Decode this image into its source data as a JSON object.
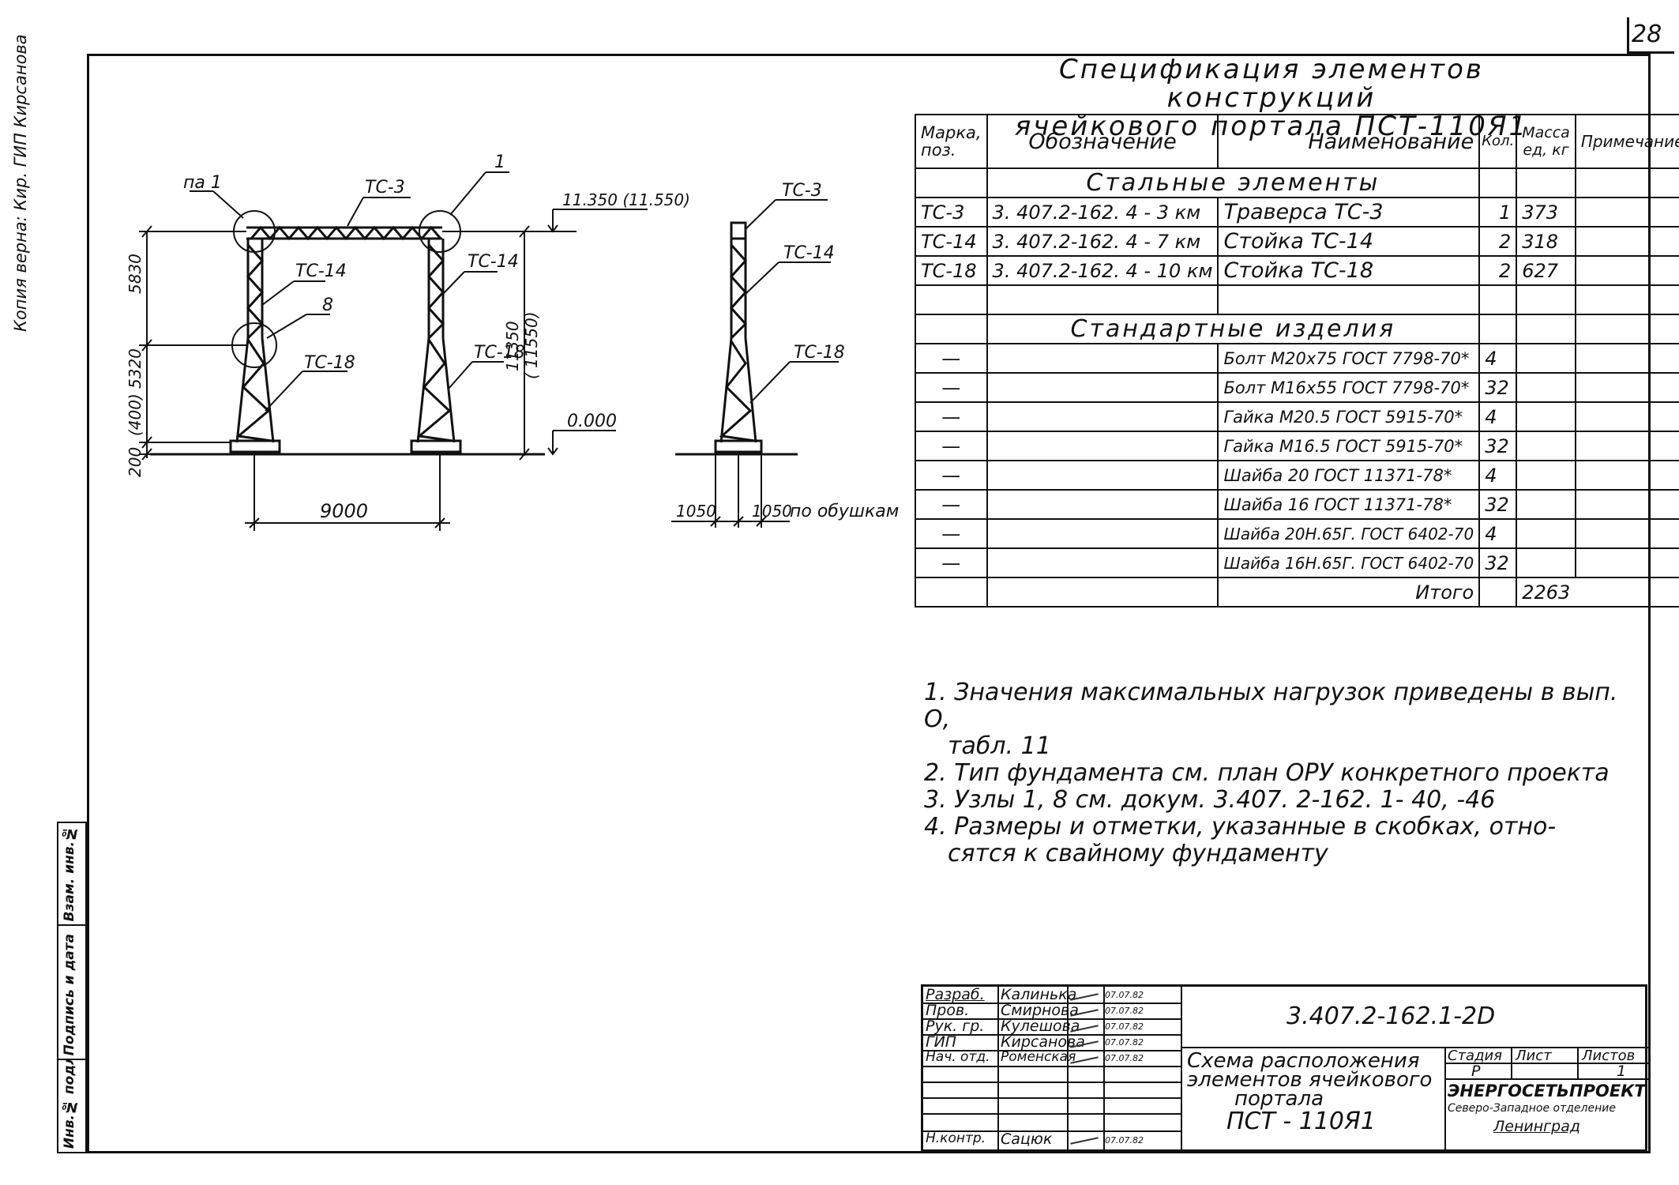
{
  "page_number": "28",
  "copy_note": "Копия верна: Кир. ГИП Кирсанова",
  "side_stamp": [
    "Инв.№ подл.",
    "Подпись и дата",
    "Взам. инв.№"
  ],
  "drawing": {
    "labels": {
      "uz1": "па 1",
      "tc3": "ТС-3",
      "n1": "1",
      "elev_top": "11.350 (11.550)",
      "tc14_left": "ТС-14",
      "tc14_right": "ТС-14",
      "n8": "8",
      "tc18_left": "ТС-18",
      "tc18_right": "ТС-18",
      "dim_5830": "5830",
      "dim_5320": "5320",
      "dim_400": "(400)",
      "dim_200": "200",
      "dim_11350": "11350",
      "dim_11550": "( 11550)",
      "elev_zero": "0.000",
      "dim_9000": "9000",
      "side_tc3": "ТС-3",
      "side_tc14": "ТС-14",
      "side_tc18": "ТС-18",
      "dim_1050": "1050",
      "dim_1050b": "1050",
      "po_obushkam": "по обушкам"
    }
  },
  "spec": {
    "title_line1": "Спецификация элементов конструкций",
    "title_line2": "ячейкового портала ПСТ-110Я1",
    "headers": {
      "mark": "Марка, поз.",
      "designation": "Обозначение",
      "name": "Наименование",
      "qty": "Кол.",
      "mass": "Масса ед, кг",
      "note": "Примечание"
    },
    "section_steel": "Стальные элементы",
    "steel_rows": [
      {
        "mark": "ТС-3",
        "designation": "3. 407.2-162. 4 - 3 км",
        "name": "Траверса ТС-3",
        "qty": "1",
        "mass": "373",
        "note": ""
      },
      {
        "mark": "ТС-14",
        "designation": "3. 407.2-162. 4 - 7 км",
        "name": "Стойка ТС-14",
        "qty": "2",
        "mass": "318",
        "note": ""
      },
      {
        "mark": "ТС-18",
        "designation": "3. 407.2-162. 4 - 10 км",
        "name": "Стойка ТС-18",
        "qty": "2",
        "mass": "627",
        "note": ""
      }
    ],
    "section_std": "Стандартные изделия",
    "std_rows": [
      {
        "mark": "—",
        "name": "Болт М20х75 ГОСТ 7798-70*",
        "qty": "4"
      },
      {
        "mark": "—",
        "name": "Болт М16х55 ГОСТ 7798-70*",
        "qty": "32"
      },
      {
        "mark": "—",
        "name": "Гайка М20.5 ГОСТ 5915-70*",
        "qty": "4"
      },
      {
        "mark": "—",
        "name": "Гайка М16.5 ГОСТ 5915-70*",
        "qty": "32"
      },
      {
        "mark": "—",
        "name": "Шайба 20 ГОСТ 11371-78*",
        "qty": "4"
      },
      {
        "mark": "—",
        "name": "Шайба 16 ГОСТ 11371-78*",
        "qty": "32"
      },
      {
        "mark": "—",
        "name": "Шайба 20Н.65Г. ГОСТ 6402-70",
        "qty": "4"
      },
      {
        "mark": "—",
        "name": "Шайба 16Н.65Г. ГОСТ 6402-70",
        "qty": "32"
      }
    ],
    "total_label": "Итого",
    "total_value": "2263"
  },
  "notes": [
    "1. Значения максимальных нагрузок приведены в вып. О,",
    "табл. 11",
    "2. Тип фундамента см. план ОРУ конкретного проекта",
    "3. Узлы 1, 8 см. докум. 3.407. 2-162. 1- 40, -46",
    "4. Размеры и отметки, указанные в скобках, отно-",
    "сятся к свайному фундаменту"
  ],
  "title_block": {
    "staff": [
      {
        "role": "Разраб.",
        "name": "Калинька",
        "date": "07.07.82"
      },
      {
        "role": "Пров.",
        "name": "Смирнова",
        "date": "07.07.82"
      },
      {
        "role": "Рук. гр.",
        "name": "Кулешова",
        "date": "07.07.82"
      },
      {
        "role": "ГИП",
        "name": "Кирсанова",
        "date": "07.07.82"
      },
      {
        "role": "Нач. отд.",
        "name": "Роменская",
        "date": "07.07.82"
      },
      {
        "role": "Н.контр.",
        "name": "Сацюк",
        "date": "07.07.82"
      }
    ],
    "doc_code": "3.407.2-162.1-2D",
    "doc_title_1": "Схема расположения",
    "doc_title_2": "элементов ячейкового",
    "doc_title_3": "портала",
    "doc_title_4": "ПСТ - 110Я1",
    "stage_label": "Стадия",
    "sheet_label": "Лист",
    "sheets_label": "Листов",
    "stage_value": "Р",
    "sheet_value": "",
    "sheets_value": "1",
    "org_1": "ЭНЕРГОСЕТЬПРОЕКТ",
    "org_2": "Северо-Западное отделение",
    "org_3": "Ленинград"
  }
}
